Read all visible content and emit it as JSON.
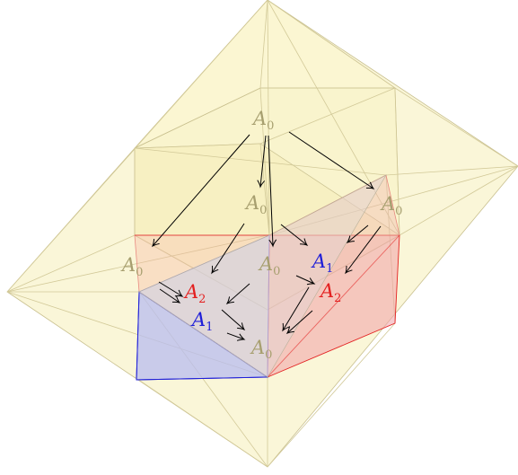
{
  "colors": {
    "outer_fill": "#f5efb8",
    "outer_stroke": "#c9c08f",
    "red": "#e32020",
    "red_fill": "#f0a0a8",
    "blue": "#1f1fd8",
    "blue_fill": "#b8bcf0",
    "label_gray": "#a79f6f",
    "arrow": "#000000"
  },
  "labels": [
    {
      "id": "a0-top",
      "letter": "A",
      "sub": "0",
      "color": "gray"
    },
    {
      "id": "a0-center",
      "letter": "A",
      "sub": "0",
      "color": "gray"
    },
    {
      "id": "a0-right",
      "letter": "A",
      "sub": "0",
      "color": "gray"
    },
    {
      "id": "a0-left",
      "letter": "A",
      "sub": "0",
      "color": "gray"
    },
    {
      "id": "a0-middle",
      "letter": "A",
      "sub": "0",
      "color": "gray"
    },
    {
      "id": "a1-right",
      "letter": "A",
      "sub": "1",
      "color": "blue"
    },
    {
      "id": "a2-left",
      "letter": "A",
      "sub": "2",
      "color": "red"
    },
    {
      "id": "a2-right",
      "letter": "A",
      "sub": "2",
      "color": "red"
    },
    {
      "id": "a1-left",
      "letter": "A",
      "sub": "1",
      "color": "blue"
    },
    {
      "id": "a0-bottom",
      "letter": "A",
      "sub": "0",
      "color": "gray"
    }
  ]
}
